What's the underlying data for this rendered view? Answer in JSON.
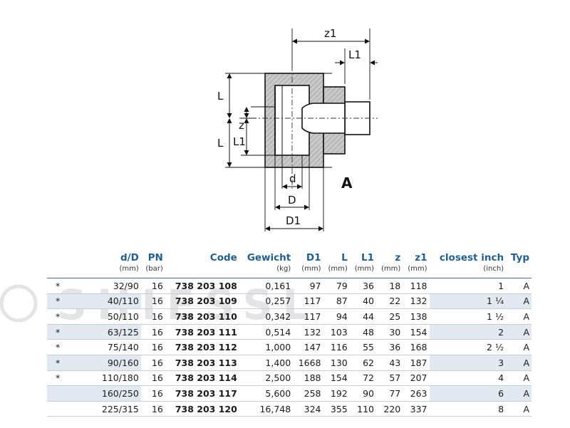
{
  "drawing": {
    "labels": {
      "z1": "z1",
      "L1_top": "L1",
      "L_upper": "L",
      "L_lower": "L",
      "z": "z",
      "L1_side": "L1",
      "d": "d",
      "D": "D",
      "D1": "D1",
      "type": "A"
    }
  },
  "watermark": {
    "text": "SHIESSL"
  },
  "table": {
    "headers": [
      {
        "label": "",
        "unit": ""
      },
      {
        "label": "d/D",
        "unit": "(mm)"
      },
      {
        "label": "PN",
        "unit": "(bar)"
      },
      {
        "label": "Code",
        "unit": ""
      },
      {
        "label": "Gewicht",
        "unit": "(kg)"
      },
      {
        "label": "D1",
        "unit": "(mm)"
      },
      {
        "label": "L",
        "unit": "(mm)"
      },
      {
        "label": "L1",
        "unit": "(mm)"
      },
      {
        "label": "z",
        "unit": "(mm)"
      },
      {
        "label": "z1",
        "unit": "(mm)"
      },
      {
        "label": "closest inch",
        "unit": "(inch)"
      },
      {
        "label": "Typ",
        "unit": ""
      }
    ],
    "rows": [
      {
        "star": "*",
        "dD": "32/90",
        "pn": "16",
        "code": "738 203 108",
        "gewicht": "0,161",
        "d1": "97",
        "l": "79",
        "l1": "36",
        "z": "18",
        "z1": "118",
        "inch": "1",
        "typ": "A"
      },
      {
        "star": "*",
        "dD": "40/110",
        "pn": "16",
        "code": "738 203 109",
        "gewicht": "0,257",
        "d1": "117",
        "l": "87",
        "l1": "40",
        "z": "22",
        "z1": "132",
        "inch": "1 ¼",
        "typ": "A"
      },
      {
        "star": "*",
        "dD": "50/110",
        "pn": "16",
        "code": "738 203 110",
        "gewicht": "0,342",
        "d1": "117",
        "l": "94",
        "l1": "44",
        "z": "25",
        "z1": "138",
        "inch": "1 ½",
        "typ": "A"
      },
      {
        "star": "*",
        "dD": "63/125",
        "pn": "16",
        "code": "738 203 111",
        "gewicht": "0,514",
        "d1": "132",
        "l": "103",
        "l1": "48",
        "z": "30",
        "z1": "154",
        "inch": "2",
        "typ": "A"
      },
      {
        "star": "*",
        "dD": "75/140",
        "pn": "16",
        "code": "738 203 112",
        "gewicht": "1,000",
        "d1": "147",
        "l": "116",
        "l1": "55",
        "z": "36",
        "z1": "168",
        "inch": "2 ½",
        "typ": "A"
      },
      {
        "star": "*",
        "dD": "90/160",
        "pn": "16",
        "code": "738 203 113",
        "gewicht": "1,400",
        "d1": "1668",
        "l": "130",
        "l1": "62",
        "z": "43",
        "z1": "187",
        "inch": "3",
        "typ": "A"
      },
      {
        "star": "*",
        "dD": "110/180",
        "pn": "16",
        "code": "738 203 114",
        "gewicht": "2,500",
        "d1": "188",
        "l": "154",
        "l1": "72",
        "z": "57",
        "z1": "207",
        "inch": "4",
        "typ": "A"
      },
      {
        "star": "",
        "dD": "160/250",
        "pn": "16",
        "code": "738 203 117",
        "gewicht": "5,600",
        "d1": "258",
        "l": "192",
        "l1": "90",
        "z": "77",
        "z1": "263",
        "inch": "6",
        "typ": "A"
      },
      {
        "star": "",
        "dD": "225/315",
        "pn": "16",
        "code": "738 203 120",
        "gewicht": "16,748",
        "d1": "324",
        "l": "355",
        "l1": "110",
        "z": "220",
        "z1": "337",
        "inch": "8",
        "typ": "A"
      }
    ]
  }
}
